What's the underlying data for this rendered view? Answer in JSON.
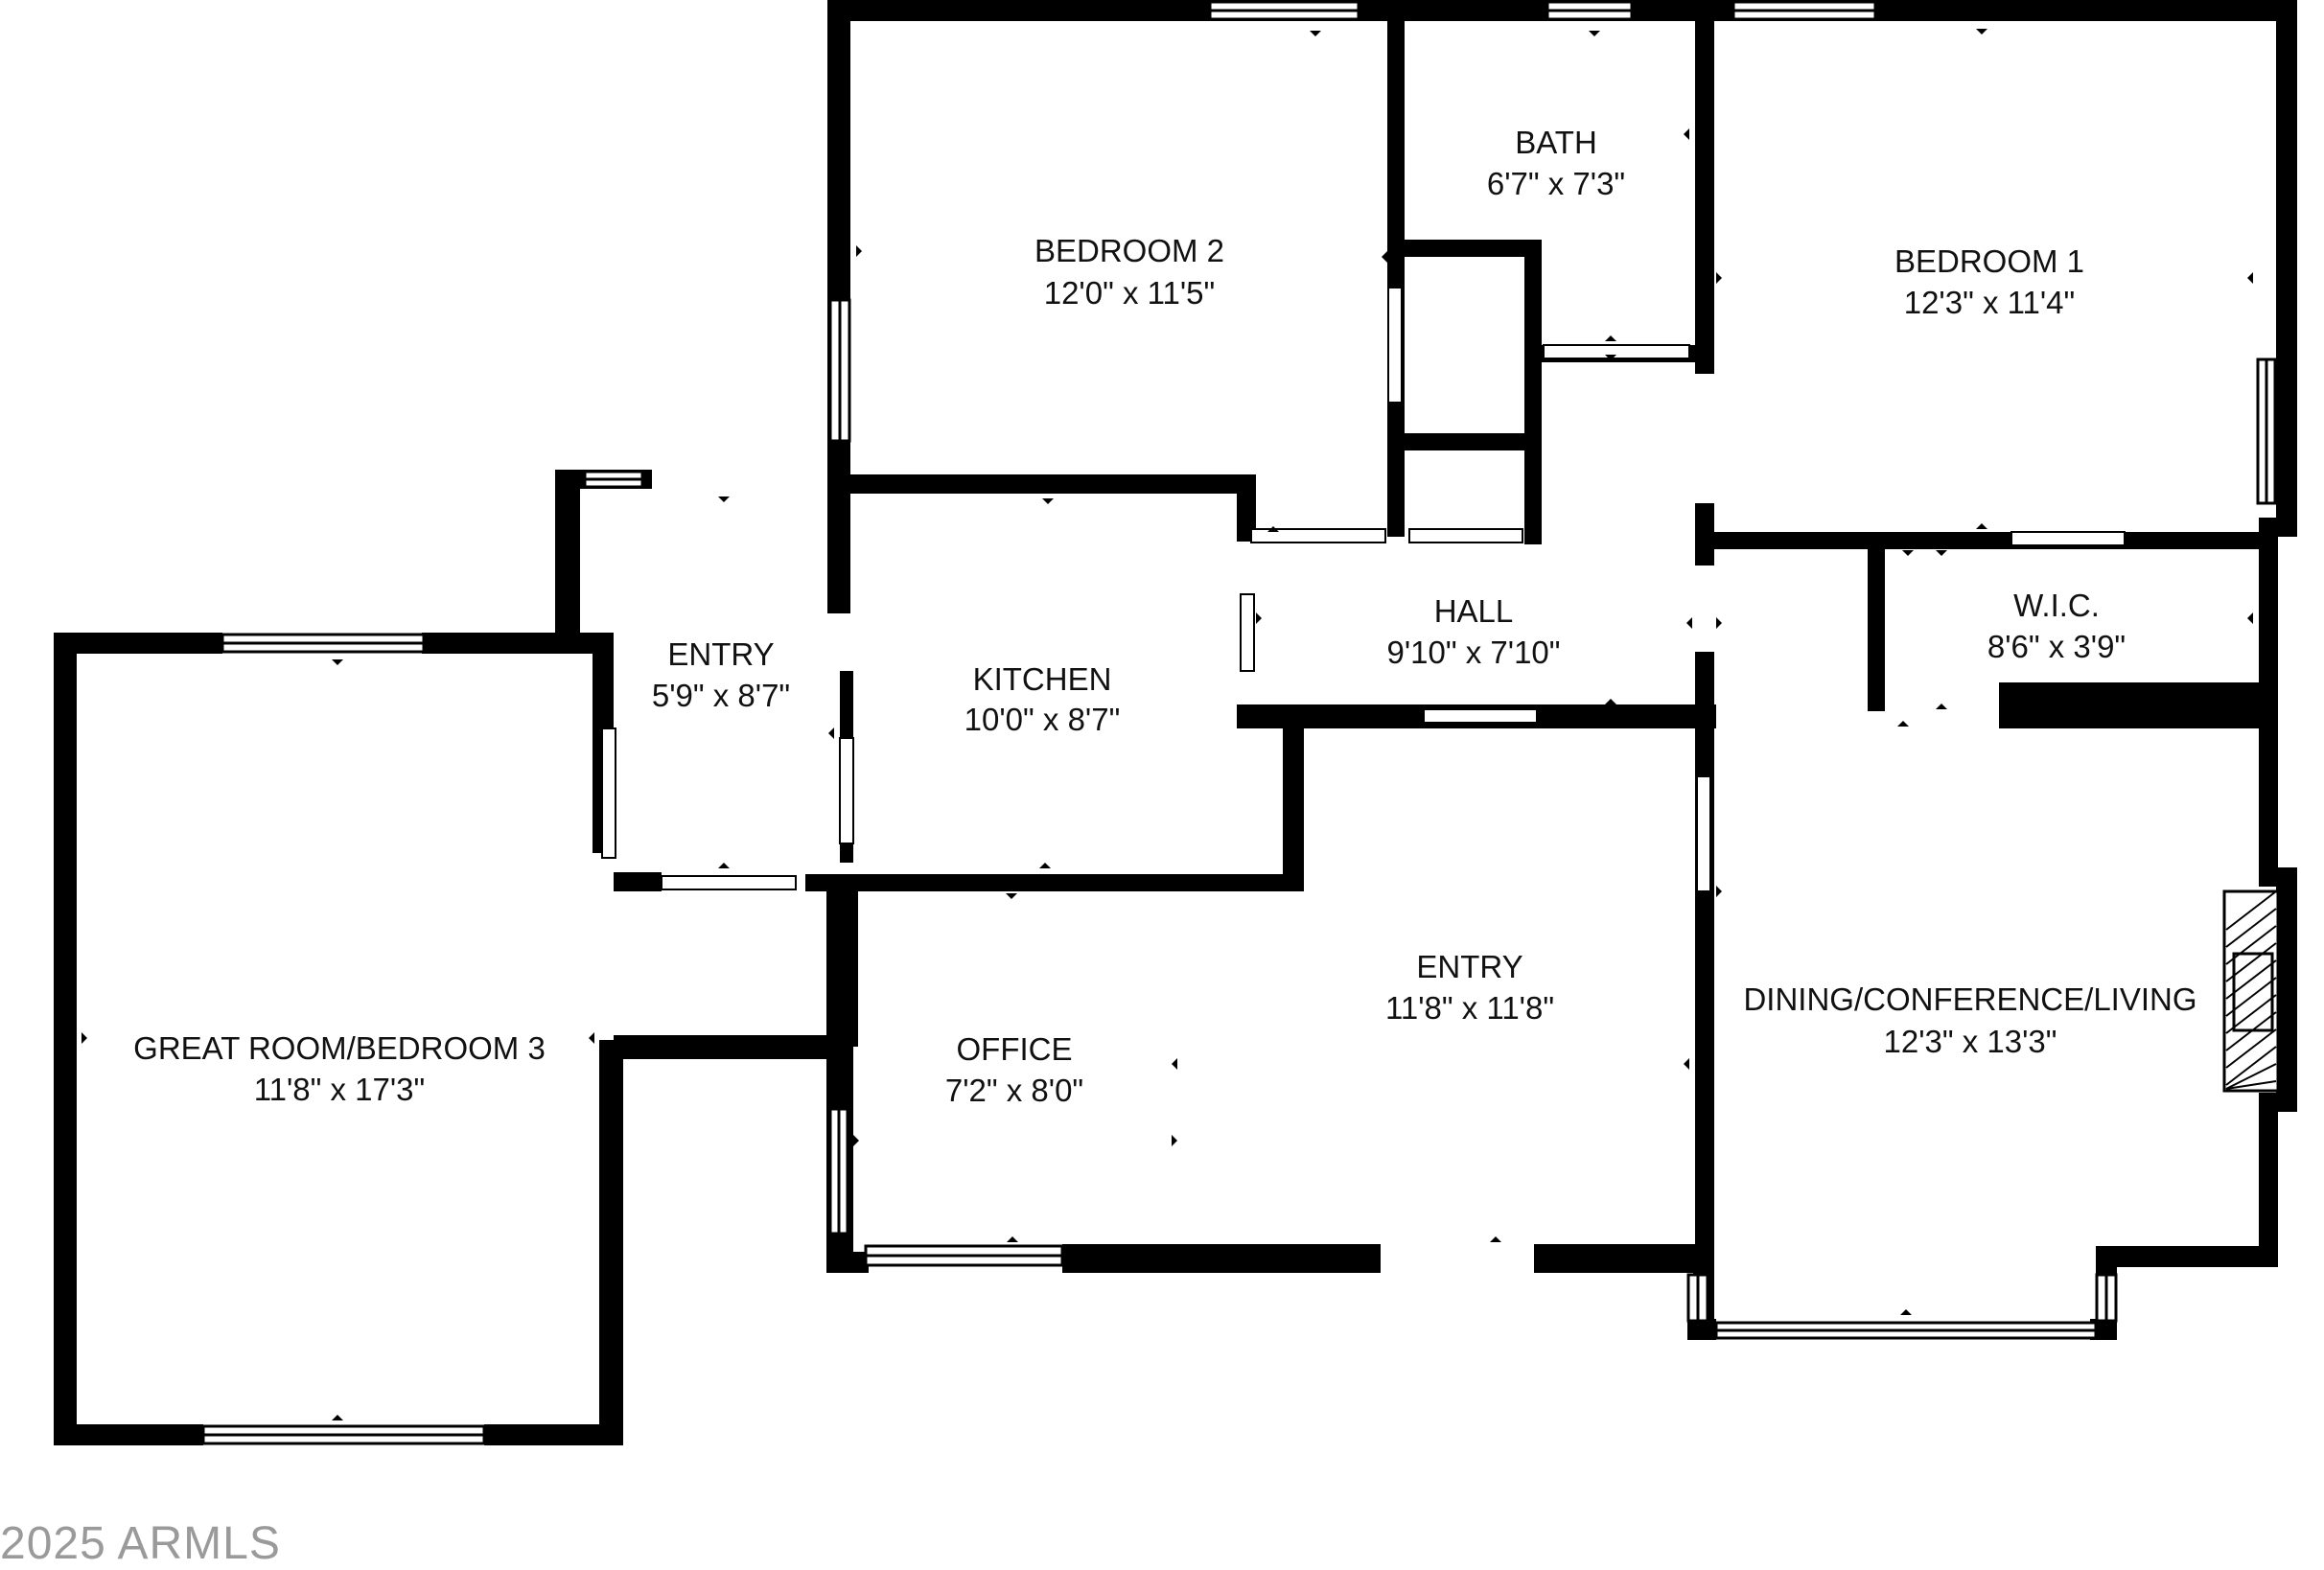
{
  "rooms": {
    "bedroom2": {
      "name": "BEDROOM 2",
      "dims": "12'0\" x 11'5\""
    },
    "bath": {
      "name": "BATH",
      "dims": "6'7\" x 7'3\""
    },
    "bedroom1": {
      "name": "BEDROOM 1",
      "dims": "12'3\" x 11'4\""
    },
    "entry_small": {
      "name": "ENTRY",
      "dims": "5'9\" x 8'7\""
    },
    "kitchen": {
      "name": "KITCHEN",
      "dims": "10'0\" x 8'7\""
    },
    "hall": {
      "name": "HALL",
      "dims": "9'10\" x 7'10\""
    },
    "wic": {
      "name": "W.I.C.",
      "dims": "8'6\" x 3'9\""
    },
    "great_room": {
      "name": "GREAT ROOM/BEDROOM 3",
      "dims": "11'8\" x 17'3\""
    },
    "entry_main": {
      "name": "ENTRY",
      "dims": "11'8\" x 11'8\""
    },
    "office": {
      "name": "OFFICE",
      "dims": "7'2\" x 8'0\""
    },
    "dining": {
      "name": "DINING/CONFERENCE/LIVING",
      "dims": "12'3\" x 13'3\""
    }
  },
  "watermark": "2025 ARMLS",
  "colors": {
    "wall": "#000000",
    "window": "#ffffff",
    "background": "#ffffff",
    "watermark": "#9a9a9a"
  }
}
